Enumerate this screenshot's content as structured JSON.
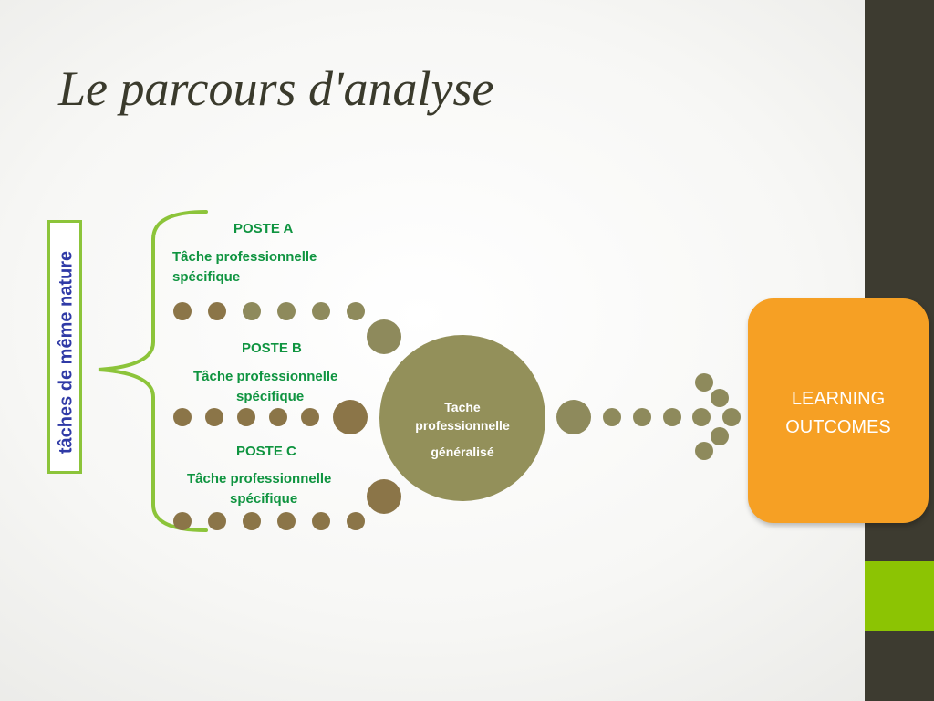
{
  "slide": {
    "title": "Le parcours d'analyse",
    "group_label": "tâches de même nature"
  },
  "postes": [
    {
      "name": "POSTE  A",
      "line1": "Tâche professionnelle",
      "line2": "spécifique"
    },
    {
      "name": "POSTE  B",
      "line1": "Tâche professionnelle",
      "line2": "spécifique"
    },
    {
      "name": "POSTE  C",
      "line1": "Tâche professionnelle",
      "line2": "spécifique"
    }
  ],
  "center_node": {
    "line1": "Tache",
    "line2": "professionnelle",
    "line3": "généralisé"
  },
  "outcome": {
    "line1": "LEARNING",
    "line2": "OUTCOMES"
  },
  "colors": {
    "title": "#3a3a2c",
    "group_label": "#2f3aa6",
    "bracket_green": "#8cc43a",
    "poste_text": "#0f9440",
    "center_circle": "#93905a",
    "dot_olive": "#8e8a5c",
    "dot_brown": "#8b7548",
    "outcome_box": "#f6a024",
    "sidebar": "#3d3b30",
    "sidebar_accent": "#8cc403"
  }
}
